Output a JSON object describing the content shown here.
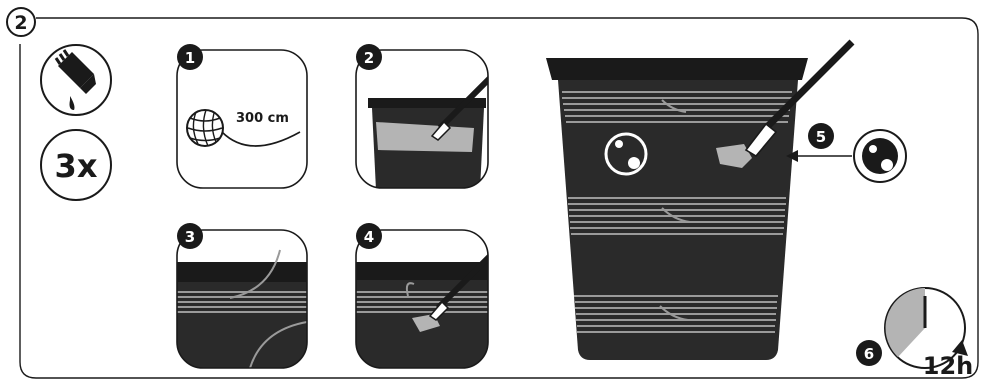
{
  "header": {
    "step_number": "2"
  },
  "side_panel": {
    "repeat_count": "3x",
    "icon": "paint-brush-drip-icon"
  },
  "panels": [
    {
      "number": "1",
      "illustration": "yarn-ball",
      "caption": "300 cm"
    },
    {
      "number": "2",
      "illustration": "pot-paint-brush"
    },
    {
      "number": "3",
      "illustration": "yarn-wrap-closeup"
    },
    {
      "number": "4",
      "illustration": "yarn-glue-brush"
    }
  ],
  "main": {
    "illustration": "wrapped-pot-with-brush",
    "callout_number": "5",
    "callout_icon": "circle-dot-icon"
  },
  "timer": {
    "step_number": "6",
    "duration": "12h",
    "icon": "clock-icon"
  },
  "colors": {
    "ink": "#1a1a1a",
    "pot": "#2a2a2a",
    "paint": "#b4b4b4",
    "yarn": "#9a9a9a",
    "paper": "#ffffff"
  }
}
